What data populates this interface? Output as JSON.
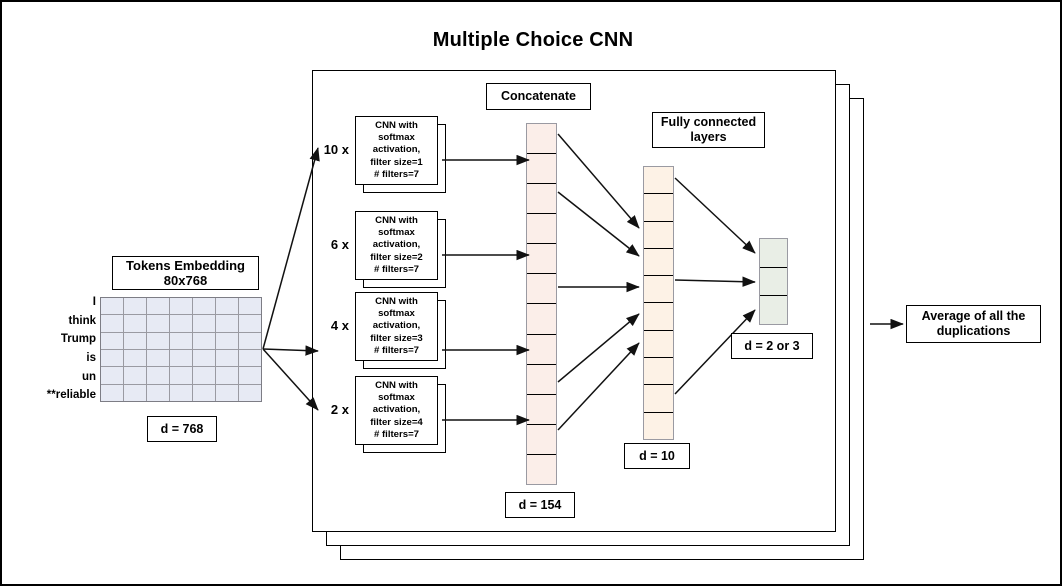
{
  "title": "Multiple Choice CNN",
  "embedding": {
    "title_line1": "Tokens Embedding",
    "title_line2": "80x768",
    "tokens": [
      "I",
      "think",
      "Trump",
      "is",
      "un",
      "**reliable"
    ],
    "dim_label": "d = 768",
    "rows": 6,
    "cols": 7,
    "cell_color": "#e7eaf4"
  },
  "cnn_blocks": [
    {
      "multiplier": "10 x",
      "line1": "CNN with",
      "line2": "softmax",
      "line3": "activation,",
      "line4": "filter size=1",
      "line5": "# filters=7"
    },
    {
      "multiplier": "6 x",
      "line1": "CNN with",
      "line2": "softmax",
      "line3": "activation,",
      "line4": "filter size=2",
      "line5": "# filters=7"
    },
    {
      "multiplier": "4 x",
      "line1": "CNN with",
      "line2": "softmax",
      "line3": "activation,",
      "line4": "filter size=3",
      "line5": "# filters=7"
    },
    {
      "multiplier": "2 x",
      "line1": "CNN with",
      "line2": "softmax",
      "line3": "activation,",
      "line4": "filter size=4",
      "line5": "# filters=7"
    }
  ],
  "concatenate": {
    "title": "Concatenate",
    "dim_label": "d = 154",
    "cells": 12,
    "cell_color": "#fbeee9"
  },
  "fully_connected": {
    "title_line1": "Fully connected",
    "title_line2": "layers",
    "dim_label": "d = 10",
    "cells": 10,
    "cell_color": "#fdf2e6"
  },
  "output": {
    "dim_label": "d = 2 or 3",
    "cells": 3,
    "cell_color": "#e9eee6"
  },
  "average": {
    "line1": "Average of all the",
    "line2": "duplications"
  }
}
